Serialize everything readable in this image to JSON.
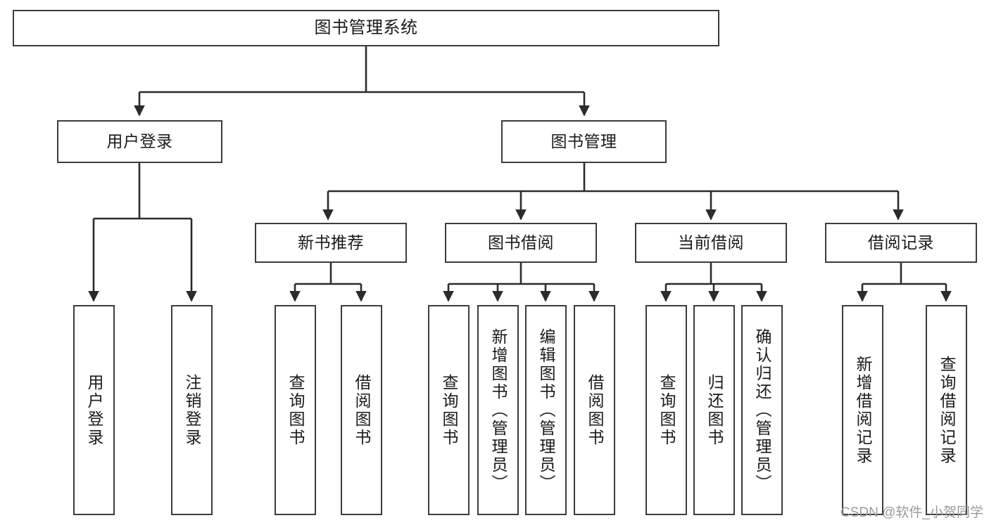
{
  "diagram": {
    "title": "图书管理系统",
    "type": "tree-hierarchy-diagram",
    "colors": {
      "box_border": "#3c3c3c",
      "box_fill": "#ffffff",
      "connector": "#2b2b2b",
      "text": "#1a1a1a",
      "watermark": "#9a9a9a"
    },
    "root": {
      "label": "图书管理系统"
    },
    "level2": [
      {
        "label": "用户登录"
      },
      {
        "label": "图书管理"
      }
    ],
    "level3": [
      {
        "label": "新书推荐"
      },
      {
        "label": "图书借阅"
      },
      {
        "label": "当前借阅"
      },
      {
        "label": "借阅记录"
      }
    ],
    "leaves": {
      "user_login": [
        {
          "label": "用户登录"
        },
        {
          "label": "注销登录"
        }
      ],
      "new_book_recommend": [
        {
          "label": "查询图书"
        },
        {
          "label": "借阅图书"
        }
      ],
      "book_borrow": [
        {
          "label": "查询图书"
        },
        {
          "label": "新增图书（管理员）"
        },
        {
          "label": "编辑图书（管理员）"
        },
        {
          "label": "借阅图书"
        }
      ],
      "current_borrow": [
        {
          "label": "查询图书"
        },
        {
          "label": "归还图书"
        },
        {
          "label": "确认归还（管理员）"
        }
      ],
      "borrow_record": [
        {
          "label": "新增借阅记录"
        },
        {
          "label": "查询借阅记录"
        }
      ]
    }
  },
  "watermark": {
    "text": "CSDN @软件_小贺同学"
  }
}
